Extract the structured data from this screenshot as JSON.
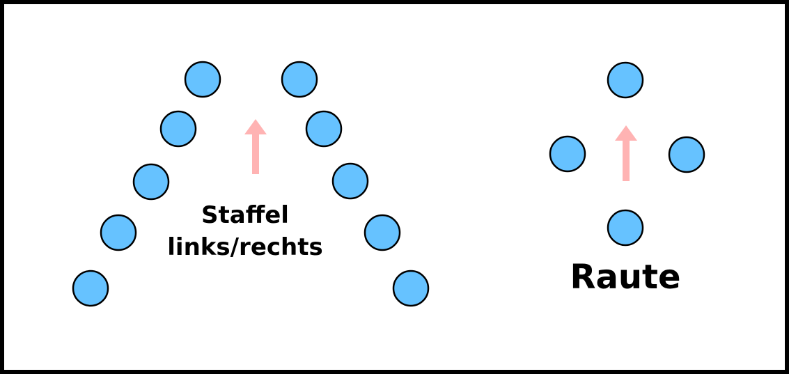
{
  "colors": {
    "player_fill": "#66c2ff",
    "player_stroke": "#000000",
    "arrow": "#ffb3b3",
    "border": "#000000",
    "background": "#ffffff"
  },
  "formations": {
    "staffel": {
      "label_line1": "Staffel",
      "label_line2": "links/rechts",
      "player_count": 10,
      "arrow_direction": "up"
    },
    "raute": {
      "label": "Raute",
      "player_count": 4,
      "arrow_direction": "up"
    }
  }
}
